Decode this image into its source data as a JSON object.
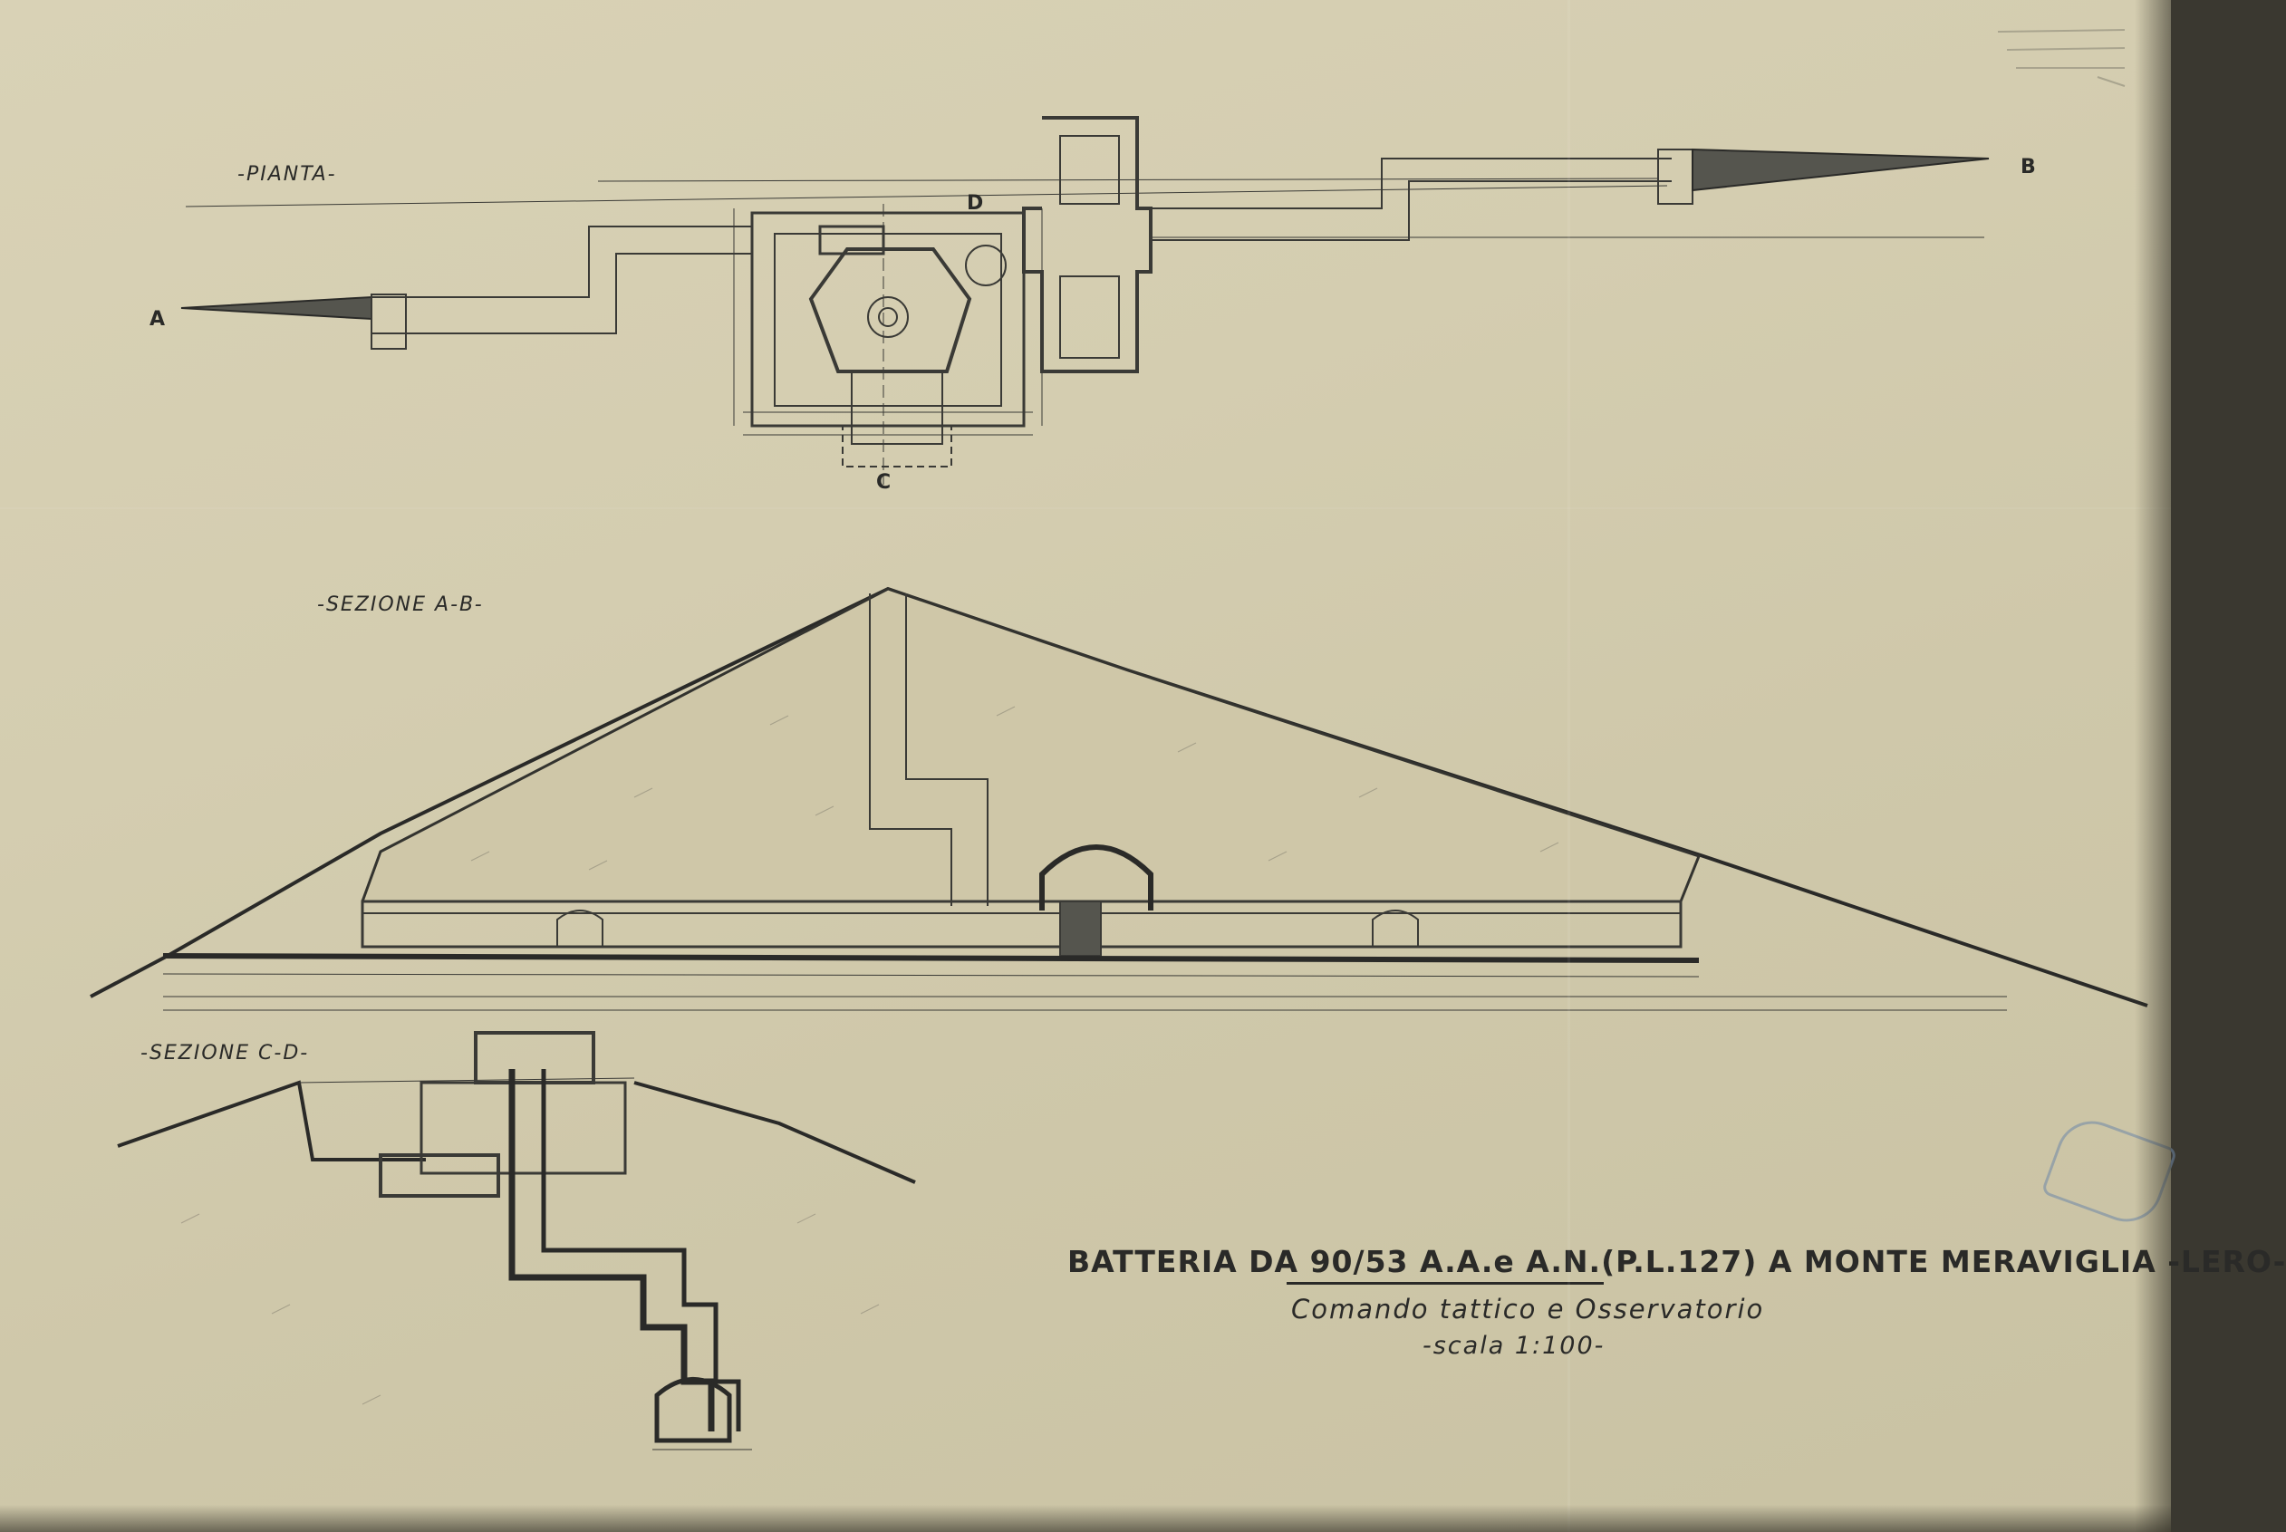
{
  "views": {
    "plan": "-PIANTA-",
    "section_ab": "-SEZIONE A-B-",
    "section_cd": "-SEZIONE C-D-"
  },
  "markers": {
    "a": "A",
    "b": "B",
    "c": "C",
    "d": "D"
  },
  "title_block": {
    "title": "BATTERIA DA 90/53 A.A.e A.N.(P.L.127) A MONTE MERAVIGLIA -LERO-",
    "subtitle": "Comando tattico e Osservatorio",
    "scale": "-scala 1:100-"
  },
  "colors": {
    "paper": "#d6cfb2",
    "ink": "#2a2a28",
    "stamp": "#6d86a8"
  }
}
